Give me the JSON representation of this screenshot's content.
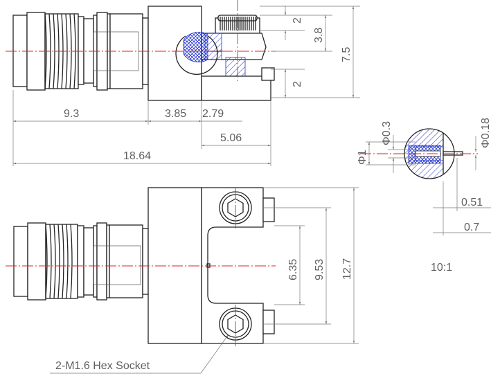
{
  "dimensions": {
    "top_view": {
      "d_2_top": "2",
      "d_3_8": "3.8",
      "d_7_5": "7.5",
      "d_2_bottom": "2",
      "d_9_3": "9.3",
      "d_3_85": "3.85",
      "d_2_79": "2.79",
      "d_5_06": "5.06",
      "d_18_64": "18.64"
    },
    "bottom_view": {
      "d_6_35": "6.35",
      "d_9_53": "9.53",
      "d_12_7": "12.7"
    },
    "detail": {
      "phi_0_3": "Φ0.3",
      "phi_1": "Φ1",
      "phi_0_18": "Φ0.18",
      "d_0_51": "0.51",
      "d_0_7": "0.7",
      "scale": "10:1"
    }
  },
  "callout": {
    "hex_socket": "2-M1.6 Hex Socket"
  },
  "colors": {
    "outline": "#222222",
    "centerline": "#e02020",
    "hatch": "#2233cc",
    "dimension_text": "#606060"
  }
}
